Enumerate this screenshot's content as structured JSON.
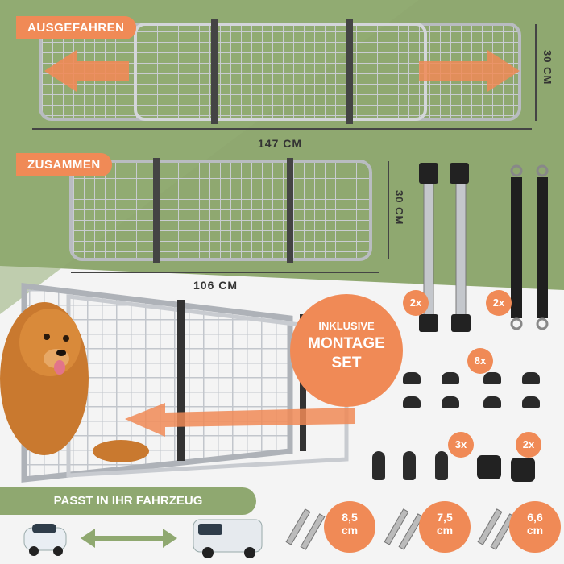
{
  "tags": {
    "extended": "AUSGEFAHREN",
    "together": "ZUSAMMEN"
  },
  "dimensions": {
    "extended_width": "147 CM",
    "extended_height": "30 CM",
    "together_width": "106 CM",
    "together_height": "30 CM"
  },
  "montage": {
    "line1": "INKLUSIVE",
    "line2": "MONTAGE",
    "line3": "SET"
  },
  "counts": {
    "rods": "2x",
    "straps": "2x",
    "clips": "8x",
    "hooks": "3x",
    "knobs": "2x"
  },
  "fit_banner": "PASST IN IHR FAHRZEUG",
  "bolt_sizes": [
    {
      "value": "8,5",
      "unit": "cm"
    },
    {
      "value": "7,5",
      "unit": "cm"
    },
    {
      "value": "6,6",
      "unit": "cm"
    }
  ],
  "colors": {
    "accent": "#f08a56",
    "green": "#8fa870",
    "frame": "#b8bcc2"
  }
}
